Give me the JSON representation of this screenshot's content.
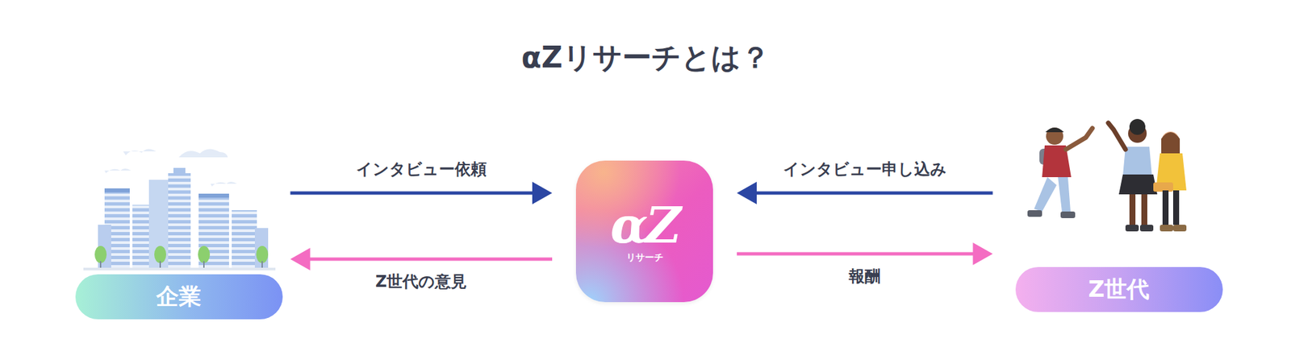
{
  "diagram": {
    "title": "αZリサーチとは？",
    "nodes": [
      {
        "text": [
          "企業"
        ]
      },
      {
        "text": [
          "αZ",
          "リサーチ"
        ]
      },
      {
        "text": [
          "Z世代"
        ]
      }
    ],
    "edges": [
      {
        "from": 0,
        "to": 1,
        "arrow": "to",
        "label": "インタビュー依頼"
      },
      {
        "from": 1,
        "to": 0,
        "arrow": "to",
        "label": "Z世代の意見"
      },
      {
        "from": 2,
        "to": 1,
        "arrow": "to",
        "label": "インタビュー申し込み"
      },
      {
        "from": 1,
        "to": 2,
        "arrow": "to",
        "label": "報酬"
      }
    ]
  }
}
